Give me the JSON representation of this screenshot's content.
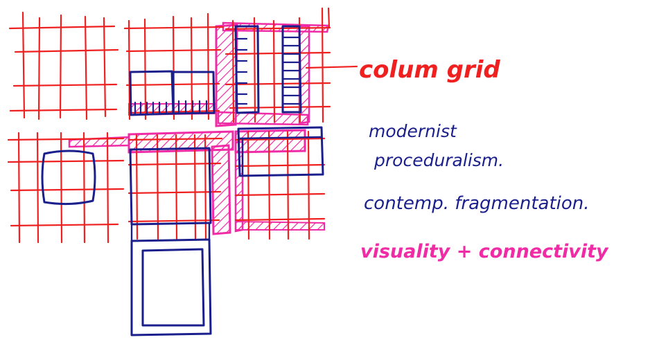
{
  "colors": {
    "red": "#ee2020",
    "navy": "#1a1f8c",
    "magenta": "#ef2ba6",
    "background": "#ffffff"
  },
  "notes": {
    "column_grid": "colum grid",
    "modernist_1": "modernist",
    "modernist_2": "proceduralism.",
    "contemporary": "contemp. fragmentation.",
    "visuality": "visuality + connectivity"
  }
}
